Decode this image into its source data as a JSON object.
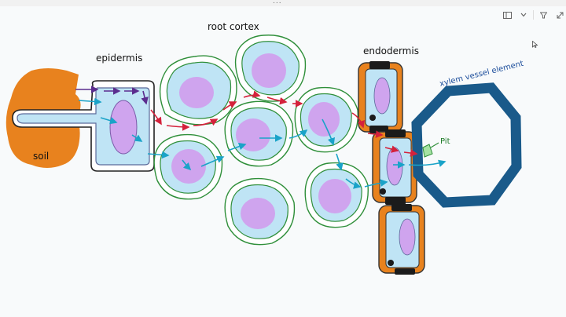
{
  "toolbar": {
    "layout_icon": "panel-layout-icon",
    "dropdown_icon": "chevron-down-icon",
    "filter_icon": "filter-icon",
    "expand_icon": "expand-icon",
    "window_grip": "..."
  },
  "labels": {
    "root_cortex": "root cortex",
    "epidermis": "epidermis",
    "endodermis": "endodermis",
    "soil": "soil",
    "xylem": "xylem vessel element",
    "pit": "Pit"
  },
  "colors": {
    "soil": "#e8821e",
    "cortex_outline": "#2f8f3a",
    "cell_fill": "#bfe4f5",
    "nucleus": "#cfa4ee",
    "casparian": "#f08a1d",
    "xylem": "#1a5a8a",
    "apoplast_arrow": "#d4213b",
    "symplast_arrow": "#1aa3c8",
    "vacuole_arrow": "#5b2d8e"
  }
}
